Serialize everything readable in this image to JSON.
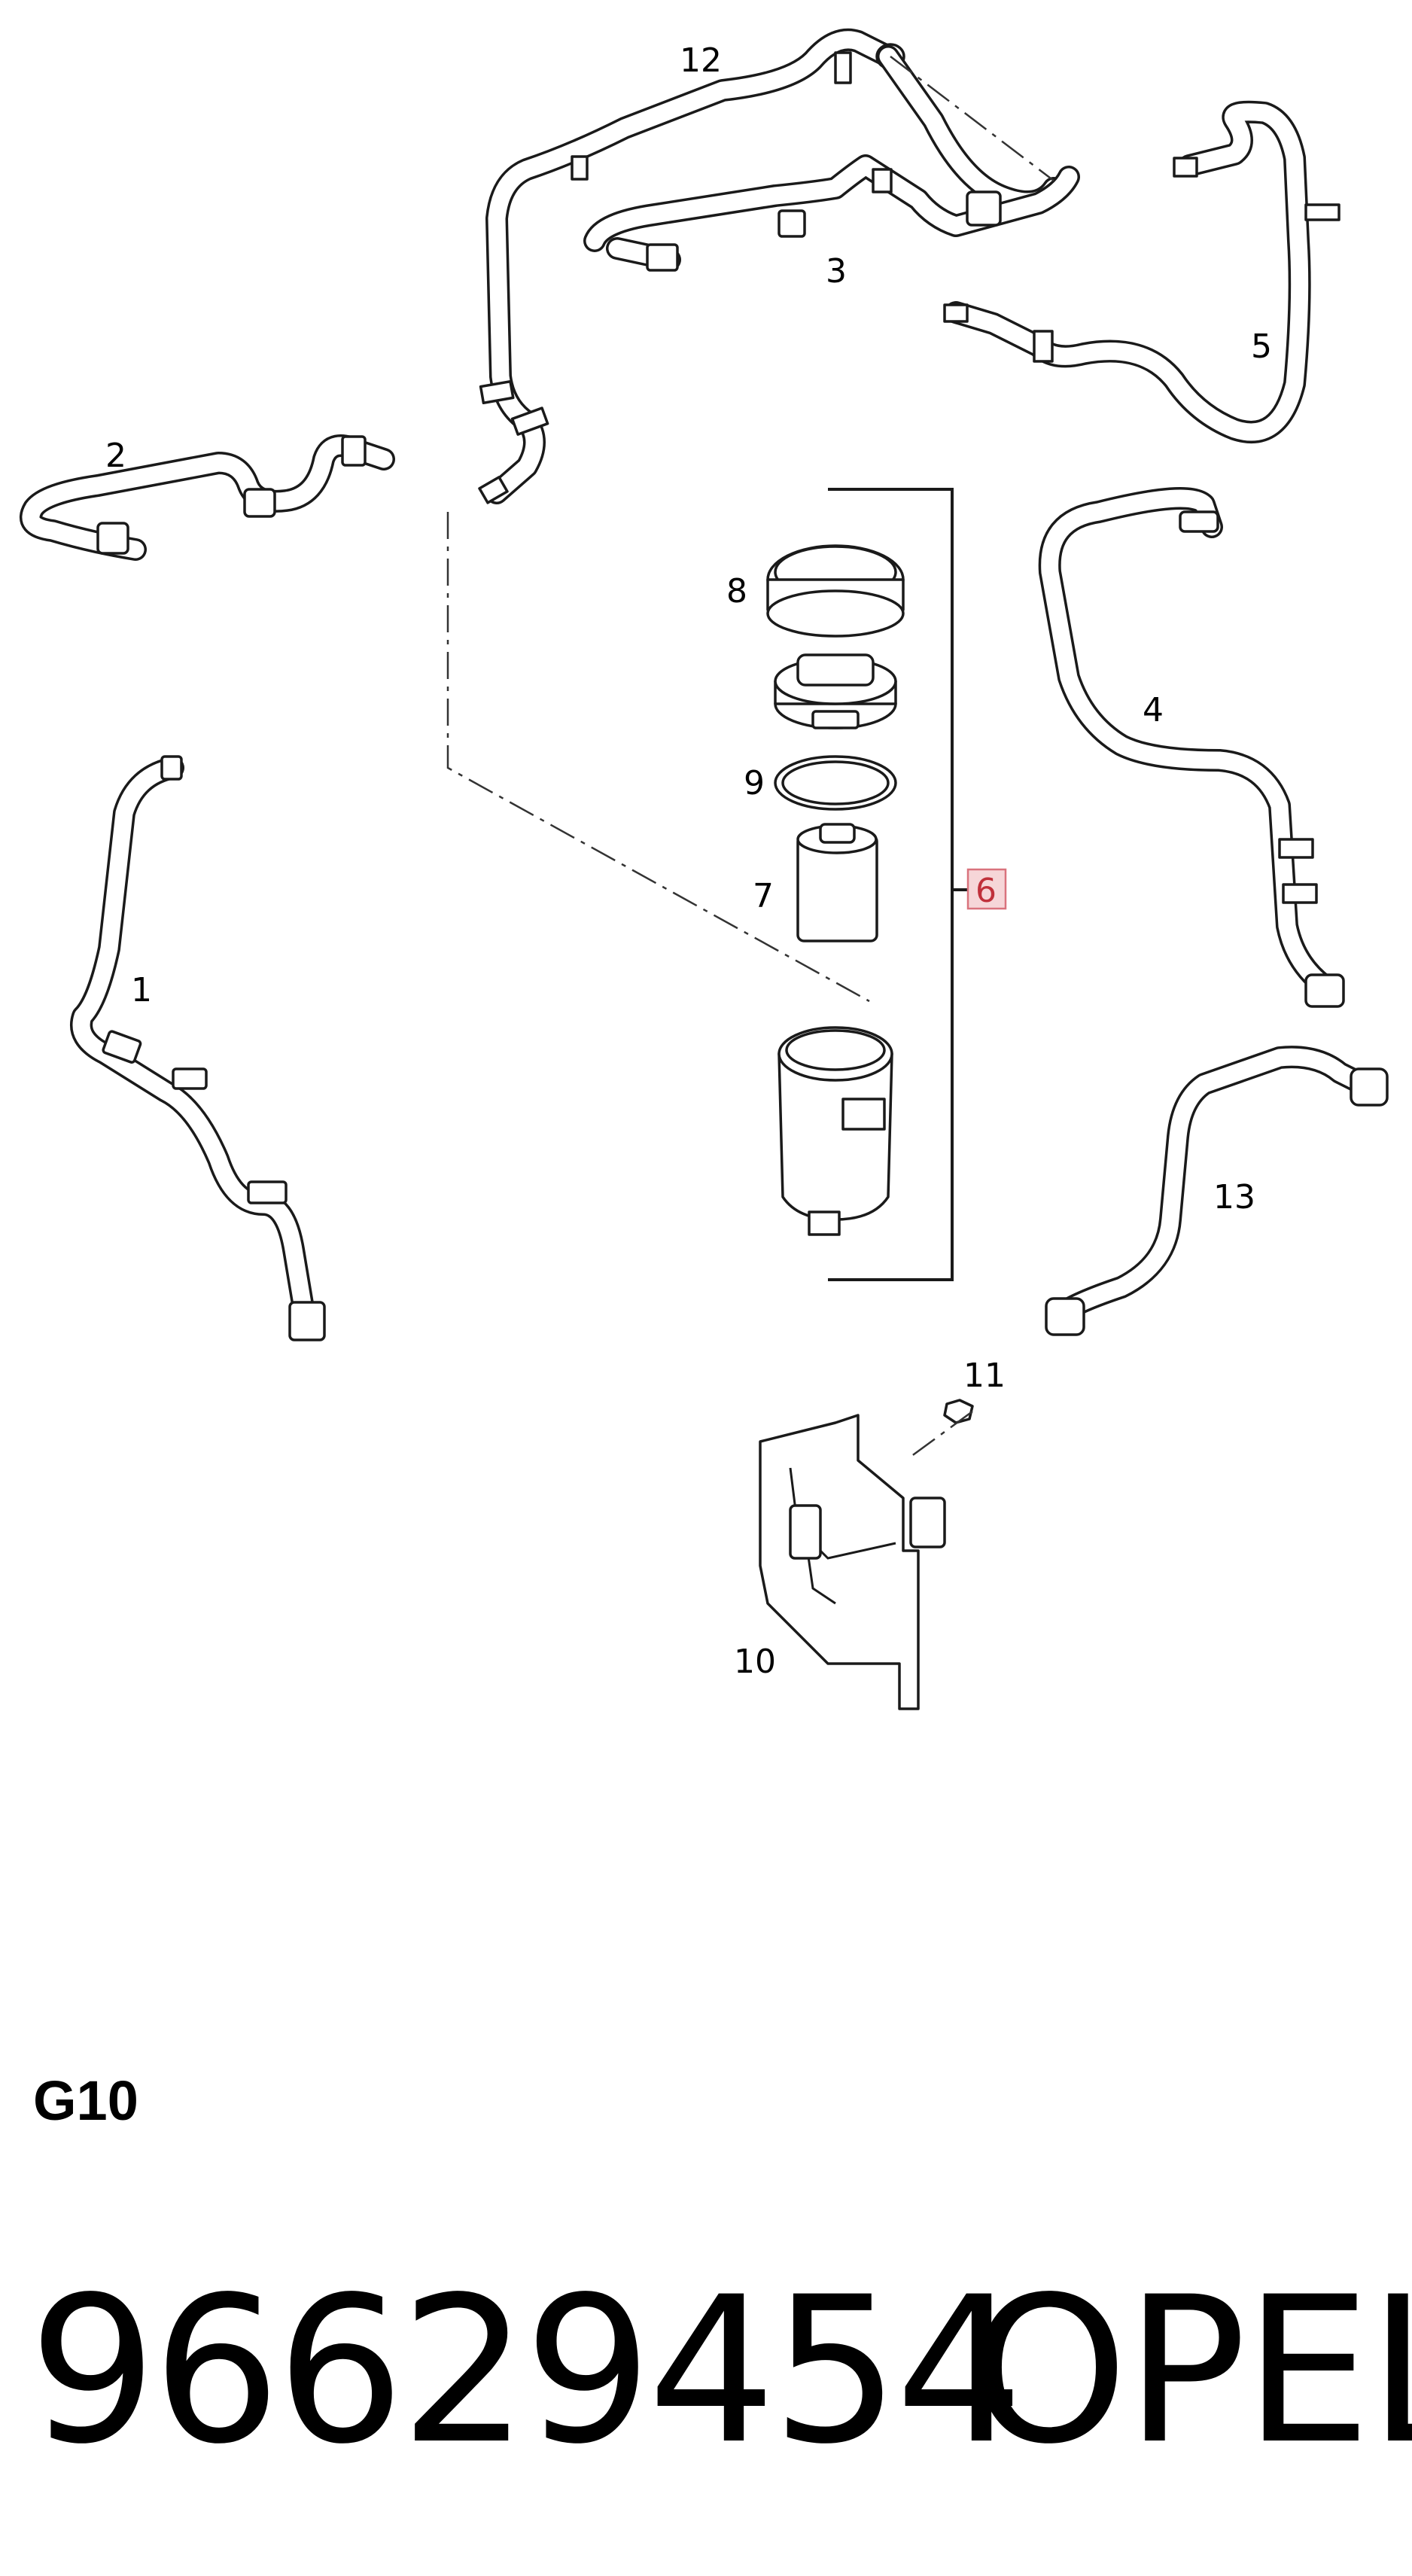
{
  "callouts": {
    "c1": "1",
    "c2": "2",
    "c3": "3",
    "c4": "4",
    "c5": "5",
    "c6": "6",
    "c7": "7",
    "c8": "8",
    "c9": "9",
    "c10": "10",
    "c11": "11",
    "c12": "12",
    "c13": "13"
  },
  "highlighted_callout": "6",
  "highlight_color": "#f6d6d8",
  "group_code": "G10",
  "part_number": "96629454",
  "brand": "OPEL"
}
